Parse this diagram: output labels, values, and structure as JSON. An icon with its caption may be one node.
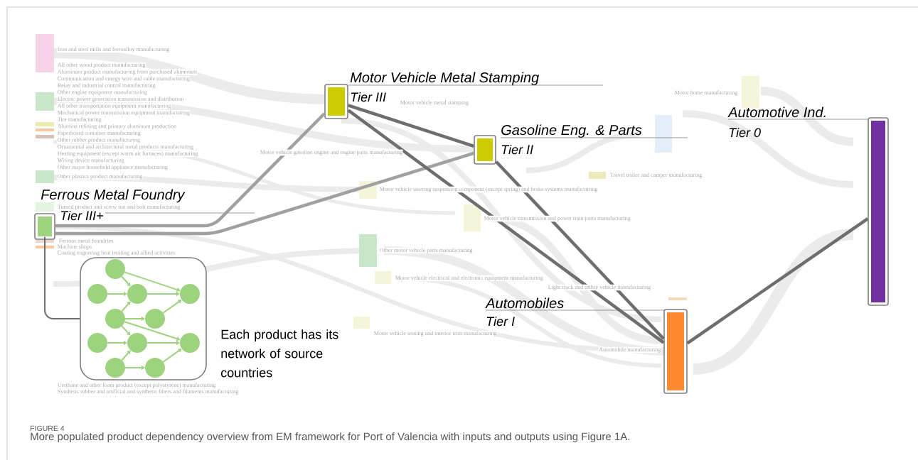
{
  "diagram": {
    "title": "FIGURE 4",
    "caption": "More populated product dependency overview from EM framework for Port of Valencia with inputs and outputs using Figure 1A.",
    "nodes": [
      {
        "text": [
          "Ferrous Metal Foundry",
          "Tier III+"
        ]
      },
      {
        "text": [
          "Motor Vehicle Metal Stamping",
          "Tier III"
        ]
      },
      {
        "text": [
          "Gasoline Eng. & Parts",
          "Tier II"
        ]
      },
      {
        "text": [
          "Automobiles",
          "Tier I"
        ]
      },
      {
        "text": [
          "Automotive Ind.",
          "Tier 0"
        ]
      },
      {
        "text": [],
        "shape": "box",
        "beside": [
          "Each product has its network of source countries"
        ]
      }
    ],
    "edges": [
      {
        "from": 0,
        "to": 1,
        "arrow": "none",
        "color": "#a0a0a0"
      },
      {
        "from": 0,
        "to": 2,
        "arrow": "none",
        "color": "#a0a0a0"
      },
      {
        "from": 1,
        "to": 2,
        "arrow": "none"
      },
      {
        "from": 1,
        "to": 3,
        "arrow": "none"
      },
      {
        "from": 2,
        "to": 3,
        "arrow": "none"
      },
      {
        "from": 3,
        "to": 4,
        "arrow": "none"
      },
      {
        "from": 0,
        "to": 5,
        "arrow": "none"
      }
    ],
    "labels": [
      "Iron and steel mills and ferroalloy manufacturing",
      "All other wood product manufacturing",
      "Aluminum product manufacturing from purchased aluminum",
      "Communication and energy wire and cable manufacturing",
      "Relay and industrial control manufacturing",
      "Other engine equipment manufacturing",
      "Electric power generation transmission and distribution",
      "All other transportation equipment manufacturing",
      "Mechanical power transmission equipment manufacturing",
      "Tire manufacturing",
      "Alumina refining and primary aluminum production",
      "Paperboard container manufacturing",
      "Other rubber product manufacturing",
      "Ornamental and architectural metal products manufacturing",
      "Heating equipment (except warm air furnaces) manufacturing",
      "Wiring device manufacturing",
      "Other major household appliance manufacturing",
      "Other plastics product manufacturing",
      "Turned product and screw nut and bolt manufacturing",
      "Ferrous metal foundries",
      "Machine shops",
      "Coating engraving heat treating and allied activities",
      "Urethane and other foam product (except polystyrene) manufacturing",
      "Synthetic rubber and artificial and synthetic fibers and filaments manufacturing",
      "Motor home manufacturing",
      "Motor vehicle metal stamping",
      "Motor vehicle gasoline engine and engine parts manufacturing",
      "Travel trailer and camper manufacturing",
      "Motor vehicle steering suspension component (except spring) and brake systems manufacturing",
      "Motor vehicle transmission and power train parts manufacturing",
      "Other motor vehicle parts manufacturing",
      "Motor vehicle electrical and electronic equipment manufacturing",
      "Light truck and utility vehicle manufacturing",
      "Motor vehicle seating and interior trim manufacturing",
      "Automobile manufacturing"
    ]
  }
}
